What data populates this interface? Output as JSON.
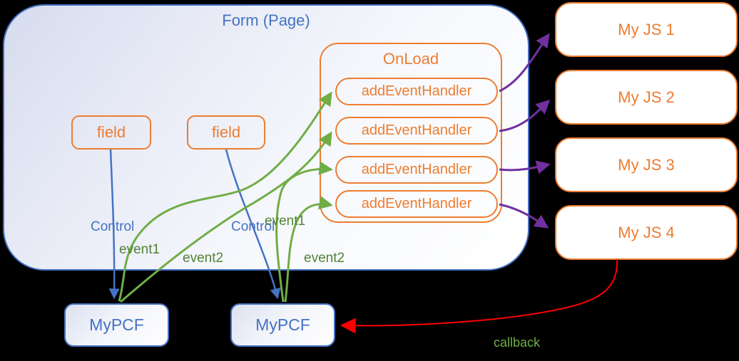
{
  "diagram": {
    "form": {
      "title": "Form (Page)"
    },
    "fields": [
      {
        "label": "field"
      },
      {
        "label": "field"
      }
    ],
    "onload": {
      "title": "OnLoad",
      "handlers": [
        {
          "label": "addEventHandler"
        },
        {
          "label": "addEventHandler"
        },
        {
          "label": "addEventHandler"
        },
        {
          "label": "addEventHandler"
        }
      ]
    },
    "js_modules": [
      {
        "label": "My JS 1"
      },
      {
        "label": "My JS 2"
      },
      {
        "label": "My JS 3"
      },
      {
        "label": "My JS 4"
      }
    ],
    "pcf_controls": [
      {
        "label": "MyPCF"
      },
      {
        "label": "MyPCF"
      }
    ],
    "edge_labels": {
      "control_1": "Control",
      "event1_1": "event1",
      "event2_1": "event2",
      "control_2": "Control",
      "event1_2": "event1",
      "event2_2": "event2",
      "callback": "callback"
    },
    "colors": {
      "orange": "#ED7D31",
      "blue": "#4472C4",
      "green_arrow": "#70AD47",
      "green_label": "#538135",
      "callback_label": "#70AD47",
      "purple": "#7030A0",
      "red": "#FF0000",
      "form_fill_start": "#D6DCEF",
      "form_fill_end": "#FFFFFF",
      "background": "#000000"
    }
  }
}
